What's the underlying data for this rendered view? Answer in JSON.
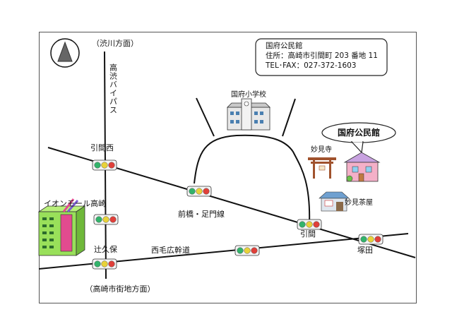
{
  "info_box": {
    "name": "国府公民館",
    "address": "住所：高崎市引間町 203 番地 11",
    "tel": "TEL･FAX：027-372-1603"
  },
  "callout": {
    "label": "国府公民館"
  },
  "directions": {
    "north": "（渋川方面）",
    "south": "（高崎市街地方面）"
  },
  "roads": {
    "bypass": "高渋バイパス",
    "maebashi_ashikado": "前橋・足門線",
    "nishi_kebiro": "西毛広幹道"
  },
  "intersections": {
    "hikimanishi": "引間西",
    "hikima": "引間",
    "tsukuda": "塚田",
    "tsukubo": "辻久保"
  },
  "landmarks": {
    "aeon_mall": "イオンモール高崎",
    "kokufu_elementary": "国府小学校",
    "myokenji": "妙見寺",
    "myoken_chaya": "妙見茶屋"
  },
  "colors": {
    "signal_green": "#33b36b",
    "signal_yellow": "#e8d23a",
    "signal_red": "#e0403a",
    "hall_roof": "#c8a2e0",
    "hall_wall": "#f4b0c8",
    "mall_green": "#99e05a",
    "mall_pink": "#e24b8f"
  }
}
